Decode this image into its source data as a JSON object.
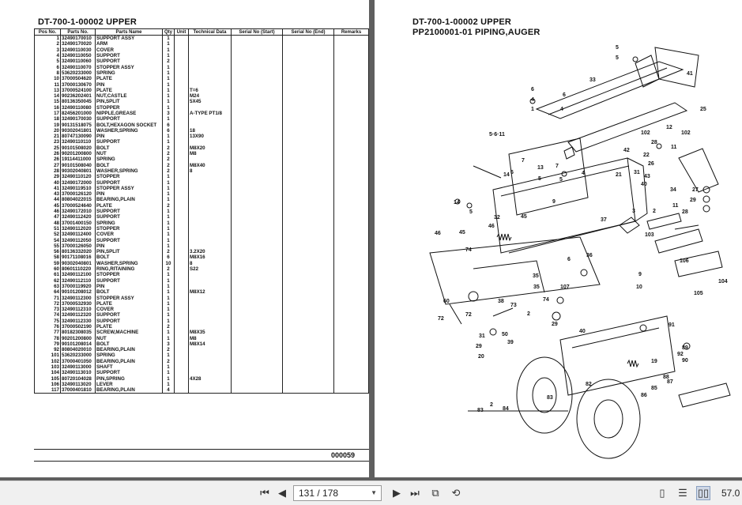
{
  "left_page": {
    "title": "DT-700-1-00002 UPPER",
    "page_code": "000059",
    "columns": [
      "Pos No.",
      "Parts No.",
      "Parts Name",
      "Qty",
      "Unit",
      "Technical Data",
      "Serial No (Start)",
      "Serial No (End)",
      "Remarks"
    ],
    "rows": [
      [
        "1",
        "32490170010",
        "SUPPORT ASSY",
        "1",
        "",
        ""
      ],
      [
        "2",
        "32490170020",
        "ARM",
        "1",
        "",
        ""
      ],
      [
        "3",
        "32490110030",
        "COVER",
        "1",
        "",
        ""
      ],
      [
        "4",
        "32490110050",
        "SUPPORT",
        "1",
        "",
        ""
      ],
      [
        "5",
        "32490110060",
        "SUPPORT",
        "2",
        "",
        ""
      ],
      [
        "6",
        "32490110070",
        "STOPPER ASSY",
        "1",
        "",
        ""
      ],
      [
        "8",
        "53620233000",
        "SPRING",
        "1",
        "",
        ""
      ],
      [
        "10",
        "37000504620",
        "PLATE",
        "1",
        "",
        ""
      ],
      [
        "11",
        "37000130670",
        "PIN",
        "1",
        "",
        ""
      ],
      [
        "13",
        "37000524100",
        "PLATE",
        "1",
        "",
        "T=6"
      ],
      [
        "14",
        "90236202401",
        "NUT,CASTLE",
        "1",
        "",
        "M24"
      ],
      [
        "15",
        "80136350045",
        "PIN,SPLIT",
        "1",
        "",
        "5X45"
      ],
      [
        "16",
        "32490110080",
        "STOPPER",
        "1",
        "",
        ""
      ],
      [
        "17",
        "82456201000",
        "NIPPLE,GREASE",
        "3",
        "",
        "A-TYPE PT1/8"
      ],
      [
        "18",
        "32490170030",
        "SUPPORT",
        "1",
        "",
        ""
      ],
      [
        "19",
        "90131518075",
        "BOLT,HEXAGON SOCKET",
        "6",
        "",
        ""
      ],
      [
        "20",
        "90302041801",
        "WASHER,SPRING",
        "6",
        "",
        "18"
      ],
      [
        "21",
        "80747130090",
        "PIN",
        "1",
        "",
        "13X90"
      ],
      [
        "23",
        "32490110110",
        "SUPPORT",
        "1",
        "",
        ""
      ],
      [
        "25",
        "90101508020",
        "BOLT",
        "2",
        "",
        "M8X20"
      ],
      [
        "26",
        "90201200800",
        "NUT",
        "2",
        "",
        "M8"
      ],
      [
        "26",
        "19114411000",
        "SPRING",
        "2",
        "",
        ""
      ],
      [
        "27",
        "90101508040",
        "BOLT",
        "2",
        "",
        "M8X40"
      ],
      [
        "28",
        "90302040801",
        "WASHER,SPRING",
        "2",
        "",
        "8"
      ],
      [
        "29",
        "32490110120",
        "STOPPER",
        "1",
        "",
        ""
      ],
      [
        "40",
        "32490172000",
        "SUPPORT",
        "1",
        "",
        ""
      ],
      [
        "41",
        "32490119510",
        "STOPPER ASSY",
        "1",
        "",
        ""
      ],
      [
        "43",
        "37000126120",
        "PIN",
        "1",
        "",
        ""
      ],
      [
        "44",
        "80804022015",
        "BEARING,PLAIN",
        "1",
        "",
        ""
      ],
      [
        "45",
        "37000524640",
        "PLATE",
        "2",
        "",
        ""
      ],
      [
        "46",
        "32490172010",
        "SUPPORT",
        "1",
        "",
        ""
      ],
      [
        "47",
        "32490112420",
        "SUPPORT",
        "1",
        "",
        ""
      ],
      [
        "48",
        "37001400150",
        "SPRING",
        "1",
        "",
        ""
      ],
      [
        "51",
        "32490112020",
        "STOPPER",
        "1",
        "",
        ""
      ],
      [
        "52",
        "32490112400",
        "COVER",
        "1",
        "",
        ""
      ],
      [
        "54",
        "32490112050",
        "SUPPORT",
        "1",
        "",
        ""
      ],
      [
        "55",
        "37000126050",
        "PIN",
        "1",
        "",
        ""
      ],
      [
        "56",
        "80136332020",
        "PIN,SPLIT",
        "2",
        "",
        "3.2X20"
      ],
      [
        "58",
        "90171108016",
        "BOLT",
        "6",
        "",
        "M8X16"
      ],
      [
        "59",
        "90302040801",
        "WASHER,SPRING",
        "10",
        "",
        "8"
      ],
      [
        "60",
        "80601110220",
        "RING,RITAINING",
        "2",
        "",
        "S22"
      ],
      [
        "61",
        "32490112100",
        "STOPPER",
        "1",
        "",
        ""
      ],
      [
        "62",
        "32490112110",
        "SUPPORT",
        "1",
        "",
        ""
      ],
      [
        "63",
        "37000119920",
        "PIN",
        "1",
        "",
        ""
      ],
      [
        "64",
        "90101208012",
        "BOLT",
        "1",
        "",
        "M8X12"
      ],
      [
        "71",
        "32490112300",
        "STOPPER ASSY",
        "1",
        "",
        ""
      ],
      [
        "72",
        "37000532930",
        "PLATE",
        "1",
        "",
        ""
      ],
      [
        "73",
        "32490112310",
        "COVER",
        "1",
        "",
        ""
      ],
      [
        "74",
        "32490112320",
        "SUPPORT",
        "1",
        "",
        ""
      ],
      [
        "75",
        "32490112330",
        "SUPPORT",
        "1",
        "",
        ""
      ],
      [
        "76",
        "37000502190",
        "PLATE",
        "2",
        "",
        ""
      ],
      [
        "77",
        "80182308035",
        "SCREW,MACHINE",
        "1",
        "",
        "M8X35"
      ],
      [
        "78",
        "90201200800",
        "NUT",
        "1",
        "",
        "M8"
      ],
      [
        "79",
        "90101208014",
        "BOLT",
        "3",
        "",
        "M8X14"
      ],
      [
        "92",
        "80804020010",
        "BEARING,PLAIN",
        "2",
        "",
        ""
      ],
      [
        "101",
        "53620233000",
        "SPRING",
        "1",
        "",
        ""
      ],
      [
        "102",
        "37000401050",
        "BEARING,PLAIN",
        "2",
        "",
        ""
      ],
      [
        "103",
        "32490113000",
        "SHAFT",
        "1",
        "",
        ""
      ],
      [
        "104",
        "32490113010",
        "SUPPORT",
        "1",
        "",
        ""
      ],
      [
        "105",
        "80720104028",
        "PIN,SPRING",
        "1",
        "",
        "4X28"
      ],
      [
        "106",
        "32490113020",
        "LEVER",
        "1",
        "",
        ""
      ],
      [
        "117",
        "37000401810",
        "BEARING,PLAIN",
        "4",
        "",
        ""
      ]
    ]
  },
  "right_page": {
    "title_line1": "DT-700-1-00002 UPPER",
    "title_line2": "PP2100001-01 PIPING,AUGER",
    "callouts": [
      "5",
      "6",
      "4",
      "1",
      "33",
      "41",
      "5",
      "6",
      "4",
      "25",
      "12",
      "102",
      "102",
      "11",
      "5·6·11",
      "14",
      "7",
      "6",
      "42",
      "22",
      "13",
      "5",
      "7",
      "5",
      "4",
      "21",
      "31",
      "28",
      "40",
      "26",
      "43",
      "2",
      "34",
      "27",
      "11",
      "29",
      "28",
      "9",
      "14",
      "5",
      "45",
      "46",
      "45",
      "32",
      "46",
      "3",
      "37",
      "103",
      "74",
      "36",
      "6",
      "35",
      "9",
      "10",
      "106",
      "105",
      "104",
      "107",
      "35",
      "38",
      "73",
      "74",
      "60",
      "72",
      "72",
      "2",
      "29",
      "40",
      "39",
      "31",
      "29",
      "91",
      "89",
      "90",
      "19",
      "50",
      "20",
      "92",
      "88",
      "87",
      "85",
      "83",
      "82",
      "86",
      "84",
      "83",
      "2"
    ]
  },
  "toolbar": {
    "page_indicator": "131 / 178",
    "zoom": "57.0",
    "first_icon": "first-page-icon",
    "prev_icon": "prev-page-icon",
    "next_icon": "next-page-icon",
    "last_icon": "last-page-icon"
  }
}
